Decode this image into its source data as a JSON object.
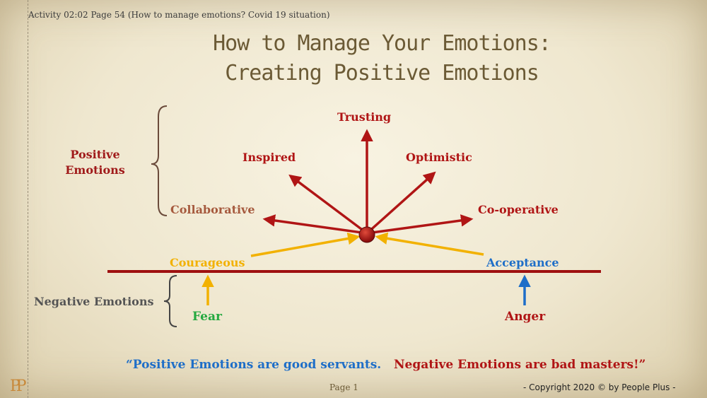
{
  "header": "Activity 02:02 Page 54 (How to manage emotions? Covid 19 situation)",
  "title": {
    "line1": "How to Manage Your Emotions:",
    "line2": "Creating Positive Emotions"
  },
  "positive_emotions": {
    "group_label": "Positive Emotions",
    "trusting": "Trusting",
    "inspired": "Inspired",
    "optimistic": "Optimistic",
    "collaborative": "Collaborative",
    "cooperative": "Co-operative"
  },
  "transitions": {
    "courageous": "Courageous",
    "acceptance": "Acceptance"
  },
  "negative_emotions": {
    "group_label": "Negative Emotions",
    "fear": "Fear",
    "anger": "Anger"
  },
  "quote": {
    "part1": "“Positive Emotions are good servants.",
    "part2": "Negative Emotions are bad masters!”"
  },
  "footer": {
    "page": "Page 1",
    "copyright": "-    Copyright 2020 © by People Plus    -",
    "logo": "PP"
  },
  "colors": {
    "red": "#b01515",
    "yellow": "#f2b100",
    "blue": "#1e6ec8",
    "green": "#25a940",
    "baseline": "#9e1010"
  }
}
